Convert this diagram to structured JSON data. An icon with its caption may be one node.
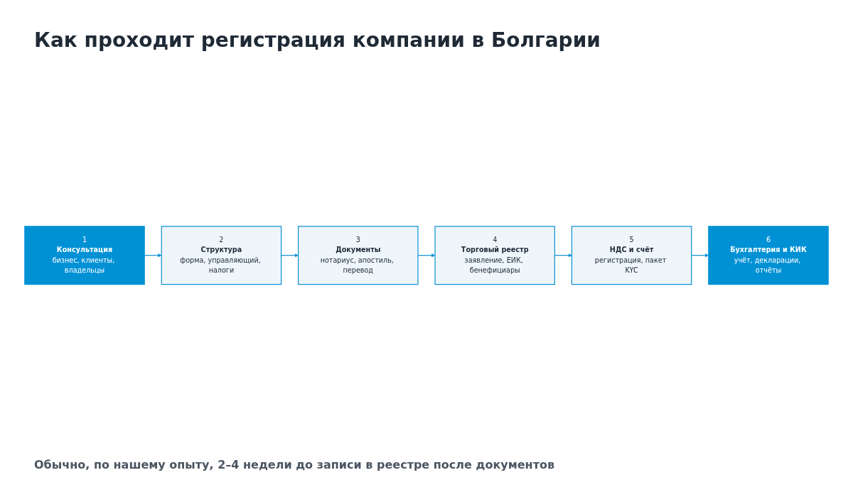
{
  "diagram": {
    "title": "Как проходит регистрация компании в Болгарии",
    "caption": "Обычно, по нашему опыту, 2–4 недели до записи в реестре после документов",
    "nodes": [
      {
        "text": [
          "1",
          "Консультация",
          "бизнес, клиенты, владельцы"
        ]
      },
      {
        "text": [
          "2",
          "Структура",
          "форма, управляющий, налоги"
        ]
      },
      {
        "text": [
          "3",
          "Документы",
          "нотариус, апостиль, перевод"
        ]
      },
      {
        "text": [
          "4",
          "Торговый реестр",
          "заявление, ЕИК, бенефициары"
        ]
      },
      {
        "text": [
          "5",
          "НДС и счёт",
          "регистрация, пакет KYC"
        ]
      },
      {
        "text": [
          "6",
          "Бухгалтерия и КИК",
          "учёт, декларации, отчёты"
        ]
      }
    ],
    "edges": [
      {
        "from": 0,
        "to": 1,
        "arrow": "to"
      },
      {
        "from": 1,
        "to": 2,
        "arrow": "to"
      },
      {
        "from": 2,
        "to": 3,
        "arrow": "to"
      },
      {
        "from": 3,
        "to": 4,
        "arrow": "to"
      },
      {
        "from": 4,
        "to": 5,
        "arrow": "to"
      }
    ]
  }
}
